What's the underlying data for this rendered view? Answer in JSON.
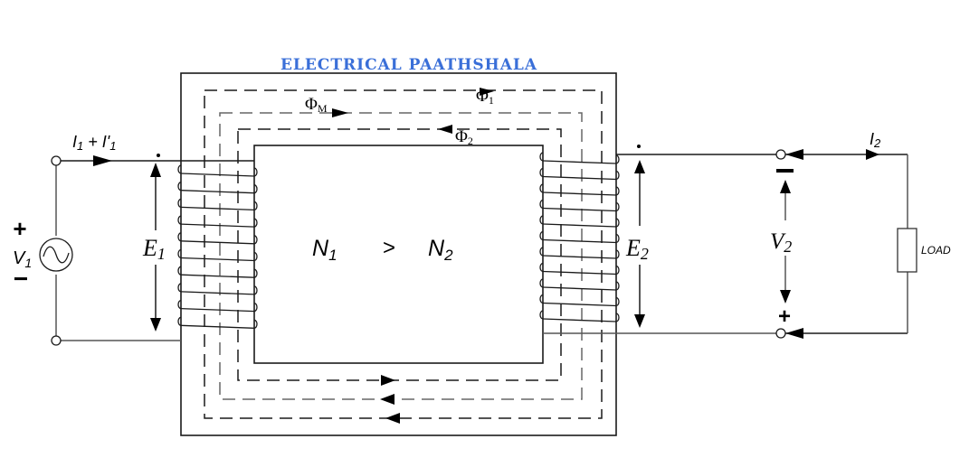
{
  "title": "ELECTRICAL PAATHSHALA",
  "labels": {
    "primary_current": "I₁ + I'₁",
    "primary_current_main": "I",
    "primary_current_sub1": "1",
    "primary_current_plus": " + I'",
    "primary_current_sub2": "1",
    "source_voltage": "V",
    "source_voltage_sub": "1",
    "source_plus": "+",
    "source_minus": "−",
    "primary_emf": "E",
    "primary_emf_sub": "1",
    "secondary_emf": "E",
    "secondary_emf_sub": "2",
    "terminal_voltage": "V",
    "terminal_voltage_sub": "2",
    "terminal_minus": "−",
    "terminal_plus": "+",
    "load_current": "I",
    "load_current_sub": "2",
    "load": "LOAD",
    "turns_n1": "N",
    "turns_n1_sub": "1",
    "turns_relation": ">",
    "turns_n2": "N",
    "turns_n2_sub": "2",
    "flux_mutual": "Φ",
    "flux_mutual_sub": "M",
    "flux_leak1": "Φ",
    "flux_leak1_sub": "1",
    "flux_leak2": "Φ",
    "flux_leak2_sub": "2"
  },
  "colors": {
    "title": "#3a6fd8",
    "lines": "#1a1a1a"
  }
}
